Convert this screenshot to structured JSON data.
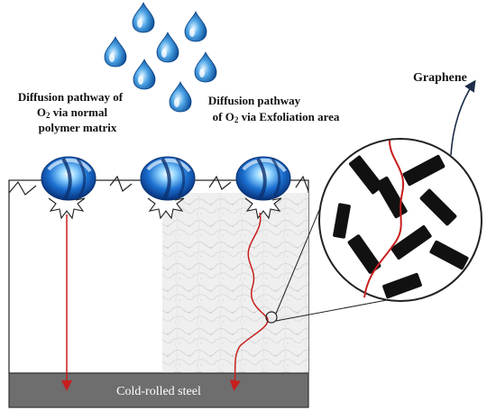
{
  "labels": {
    "left_line1": "Diffusion pathway of",
    "left_line2_pre": "O",
    "left_line2_sub": "2",
    "left_line2_post": " via normal",
    "left_line3": "polymer matrix",
    "right_line1": "Diffusion pathway",
    "right_line2_pre": "of O",
    "right_line2_sub": "2",
    "right_line2_post": " via  Exfoliation area",
    "graphene": "Graphene",
    "steel": "Cold-rolled steel"
  },
  "colors": {
    "pathway": "#c81e1e",
    "steel_fill": "#6e6e6e",
    "droplet": "#1c73c8",
    "graphene_flake": "#111111"
  },
  "icons": [
    "water-droplet-icon",
    "oxygen-sphere-icon",
    "graphene-flake-icon"
  ]
}
